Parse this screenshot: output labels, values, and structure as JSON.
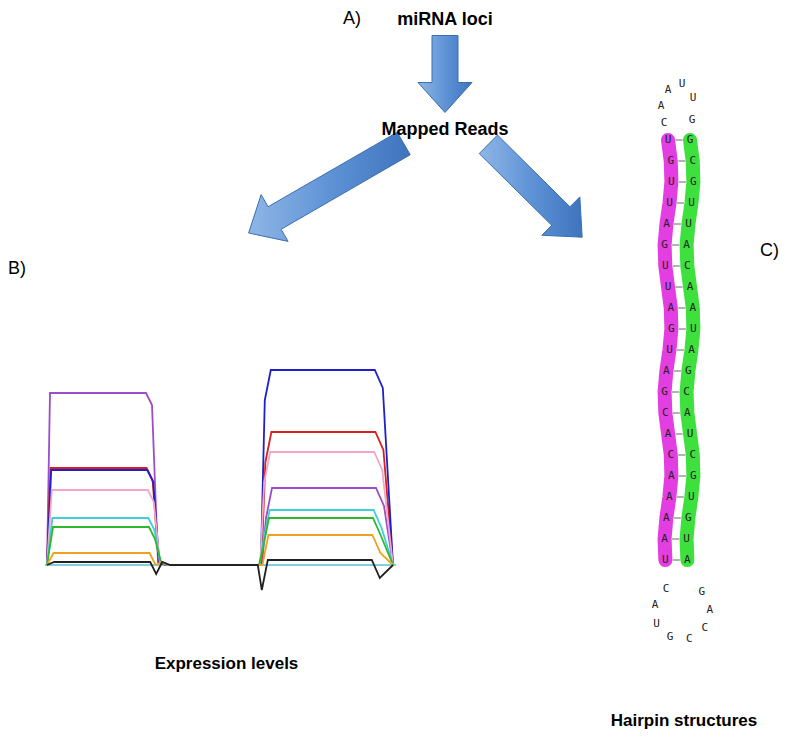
{
  "diagram": {
    "nodes": [
      {
        "text": [
          "miRNA loci"
        ]
      },
      {
        "text": [
          "Mapped Reads"
        ]
      },
      {
        "text": [
          "Expression levels"
        ]
      },
      {
        "text": [
          "Hairpin structures"
        ]
      }
    ],
    "edges": [
      {
        "from": 0,
        "to": 1,
        "arrow": "to"
      },
      {
        "from": 1,
        "to": 2,
        "arrow": "to"
      },
      {
        "from": 1,
        "to": 3,
        "arrow": "to"
      }
    ],
    "labels": [
      "A)",
      "B)",
      "C)",
      "C",
      "A",
      "A",
      "U",
      "U",
      "G",
      "U",
      "G",
      "U",
      "U",
      "A",
      "G",
      "U",
      "U",
      "A",
      "G",
      "U",
      "A",
      "G",
      "C",
      "A",
      "C",
      "A",
      "A",
      "A",
      "A",
      "U",
      "G",
      "C",
      "G",
      "U",
      "U",
      "A",
      "C",
      "A",
      "A",
      "U",
      "A",
      "G",
      "C",
      "A",
      "U",
      "C",
      "G",
      "U",
      "G",
      "U",
      "A",
      "C",
      "A",
      "U",
      "G",
      "C",
      "C",
      "A",
      "G"
    ]
  }
}
